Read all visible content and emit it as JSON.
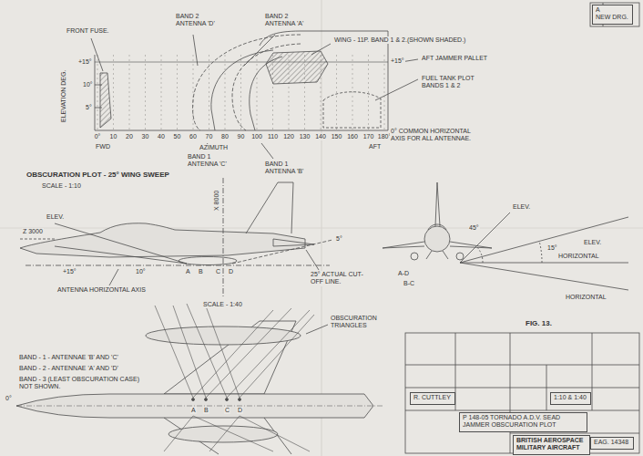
{
  "diagram": {
    "nodes": [
      {
        "text": [
          "A",
          "NEW DRG."
        ]
      },
      {
        "text": [
          "R. CUTTLEY"
        ]
      },
      {
        "text": [
          "1:10 & 1:40"
        ]
      },
      {
        "text": [
          "P 148-05 TORNADO A.D.V. SEAD JAMMER OBSCURATION PLOT"
        ]
      },
      {
        "text": [
          "BRITISH AEROSPACE MILITARY AIRCRAFT"
        ]
      },
      {
        "text": [
          "EAG. 14348"
        ]
      }
    ],
    "labels": [
      "FRONT FUSE.",
      "BAND 2 ANTENNA 'D'",
      "BAND 2 ANTENNA 'A'",
      "WING - 11P. BAND 1 & 2.(SHOWN SHADED.)",
      "AFT JAMMER PALLET",
      "FUEL TANK PLOT BANDS 1 & 2",
      "ELEVATION DEG.",
      "+15°",
      "10°",
      "5°",
      "+15°",
      "0°",
      "10",
      "20",
      "30",
      "40",
      "50",
      "60",
      "70",
      "80",
      "90",
      "100",
      "110",
      "120",
      "130",
      "140",
      "150",
      "160",
      "170",
      "180°",
      "FWD",
      "AZIMUTH",
      "AFT",
      "0° COMMON HORIZONTAL AXIS FOR ALL ANTENNAE.",
      "BAND 1 ANTENNA 'C'",
      "BAND 1 ANTENNA 'B'",
      "OBSCURATION PLOT - 25° WING SWEEP",
      "SCALE - 1:10",
      "X 8000",
      "ELEV.",
      "Z 3000",
      "+15°",
      "10°",
      "A",
      "B",
      "C",
      "D",
      "ANTENNA HORIZONTAL AXIS",
      "5°",
      "25° ACTUAL CUT-OFF LINE.",
      "SCALE - 1:40",
      "ELEV.",
      "ELEV.",
      "A-D",
      "B-C",
      "15°",
      "45°",
      "HORIZONTAL",
      "HORIZONTAL",
      "FIG. 13.",
      "BAND - 1 - ANTENNAE 'B' AND 'C'",
      "BAND - 2 - ANTENNAE 'A' AND 'D'",
      "BAND - 3 (LEAST OBSCURATION CASE) NOT SHOWN.",
      "OBSCURATION TRIANGLES",
      "A",
      "B",
      "C",
      "D",
      "0°"
    ]
  }
}
